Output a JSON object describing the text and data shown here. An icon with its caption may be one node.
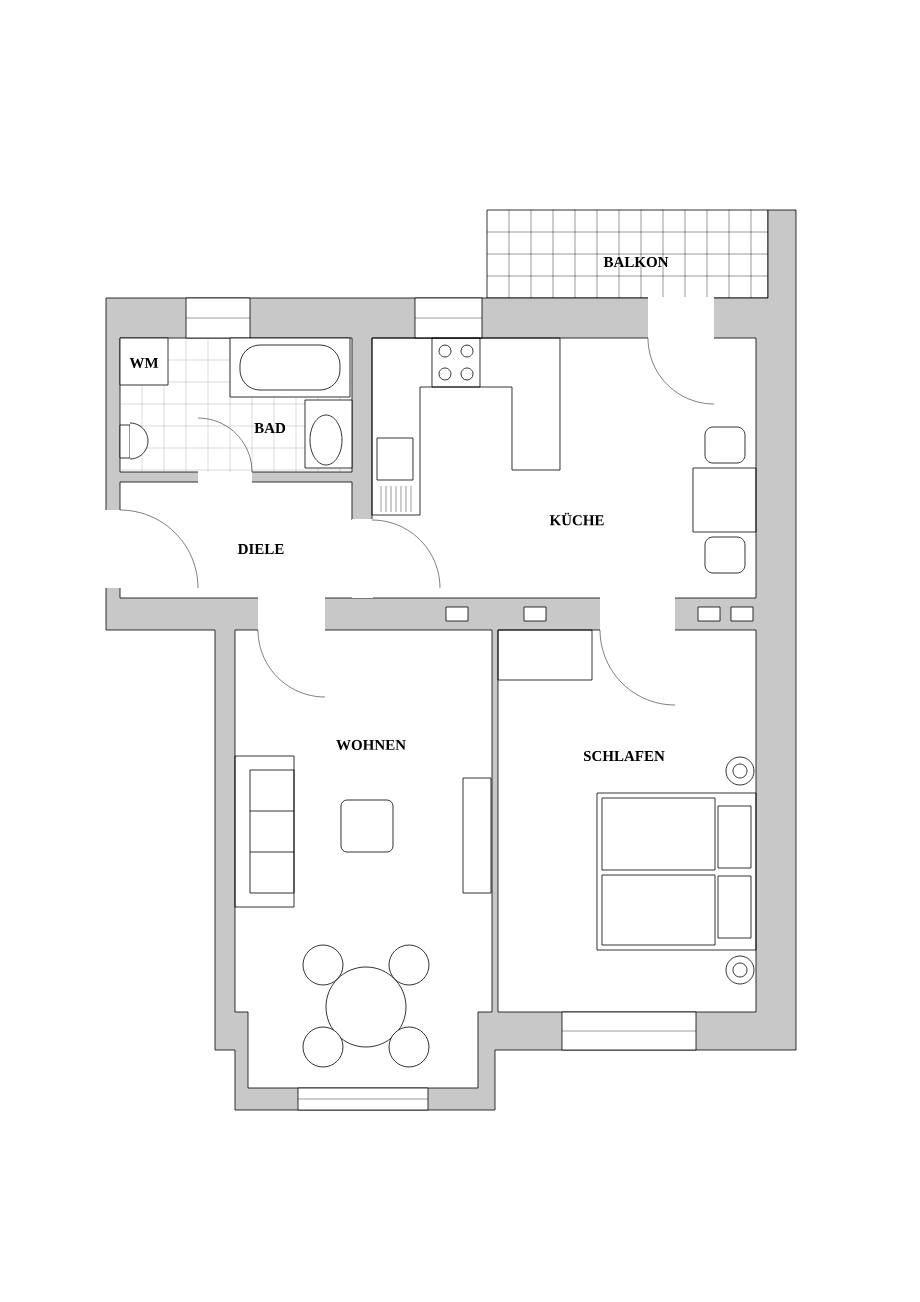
{
  "diagram": {
    "labels": [
      "BALKON",
      "WM",
      "BAD",
      "KÜCHE",
      "DIELE",
      "WOHNEN",
      "SCHLAFEN"
    ]
  }
}
